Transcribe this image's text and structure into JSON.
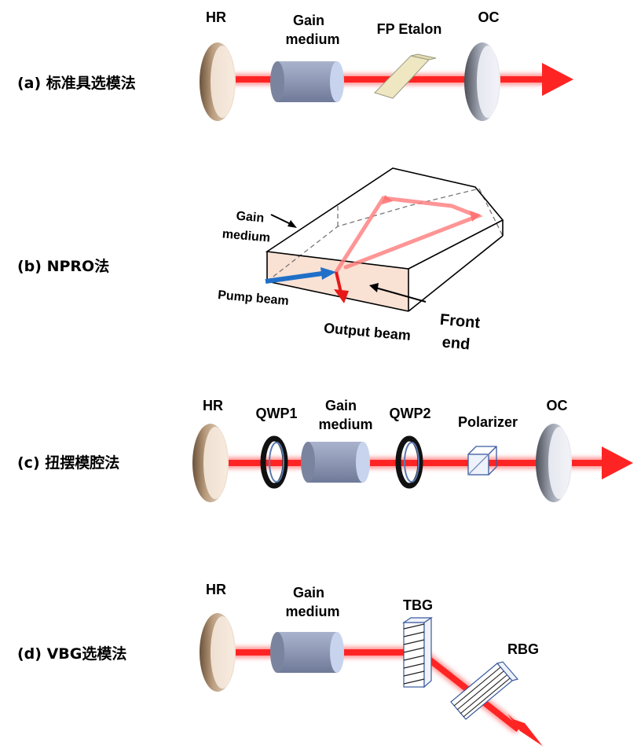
{
  "panels": {
    "a": {
      "caption": "(a)  标准具选模法",
      "labels": {
        "hr": "HR",
        "gain_line1": "Gain",
        "gain_line2": "medium",
        "etalon": "FP Etalon",
        "oc": "OC"
      }
    },
    "b": {
      "caption": "(b)  NPRO法",
      "labels": {
        "gain_line1": "Gain",
        "gain_line2": "medium",
        "pump": "Pump beam",
        "output": "Output beam",
        "front_line1": "Front",
        "front_line2": "end"
      }
    },
    "c": {
      "caption": "(c)  扭摆模腔法",
      "labels": {
        "hr": "HR",
        "qwp1": "QWP1",
        "gain_line1": "Gain",
        "gain_line2": "medium",
        "qwp2": "QWP2",
        "polarizer": "Polarizer",
        "oc": "OC"
      }
    },
    "d": {
      "caption": "(d)  VBG选模法",
      "labels": {
        "hr": "HR",
        "gain_line1": "Gain",
        "gain_line2": "medium",
        "tbg": "TBG",
        "rbg": "RBG"
      }
    }
  },
  "colors": {
    "beam": "#ff2a2a",
    "pump": "#1f6fc8",
    "gain_body": "#8f9ab7",
    "gain_face": "#c9d6f0",
    "hr_rim": "#6e5a45",
    "oc_rim": "#5c5f68"
  }
}
